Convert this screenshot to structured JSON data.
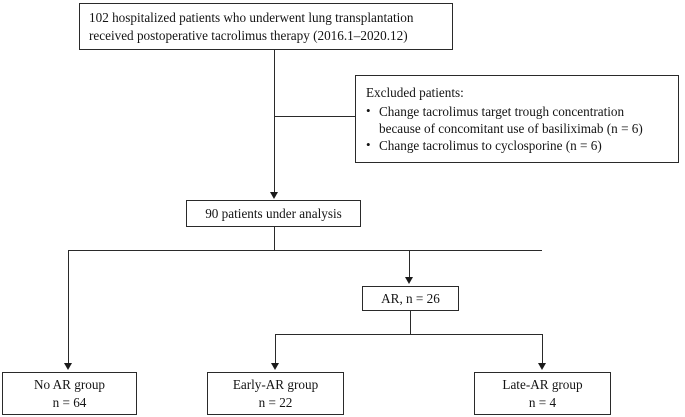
{
  "figure": {
    "type": "patient-flow-diagram",
    "nodes": {
      "enrolled": {
        "line1": "102 hospitalized patients who underwent lung transplantation",
        "line2": "received postoperative tacrolimus therapy (2016.1–2020.12)"
      },
      "excluded": {
        "title": "Excluded patients:",
        "bullet_marker": "•",
        "items": [
          {
            "line1": "Change tacrolimus target trough concentration",
            "line2": "because of concomitant use of basiliximab (n = 6)"
          },
          {
            "line1": "Change tacrolimus to cyclosporine (n = 6)",
            "line2": ""
          }
        ]
      },
      "analysis": {
        "label": "90 patients under analysis"
      },
      "ar": {
        "label": "AR, n = 26"
      },
      "no_ar_group": {
        "label": "No AR group",
        "count": "n = 64"
      },
      "early_ar_group": {
        "label": "Early-AR group",
        "count": "n = 22"
      },
      "late_ar_group": {
        "label": "Late-AR group",
        "count": "n = 4"
      }
    },
    "colors": {
      "box_border": "#2a2a2a",
      "connector": "#2a2a2a",
      "text": "#141414",
      "background": "#ffffff"
    }
  }
}
